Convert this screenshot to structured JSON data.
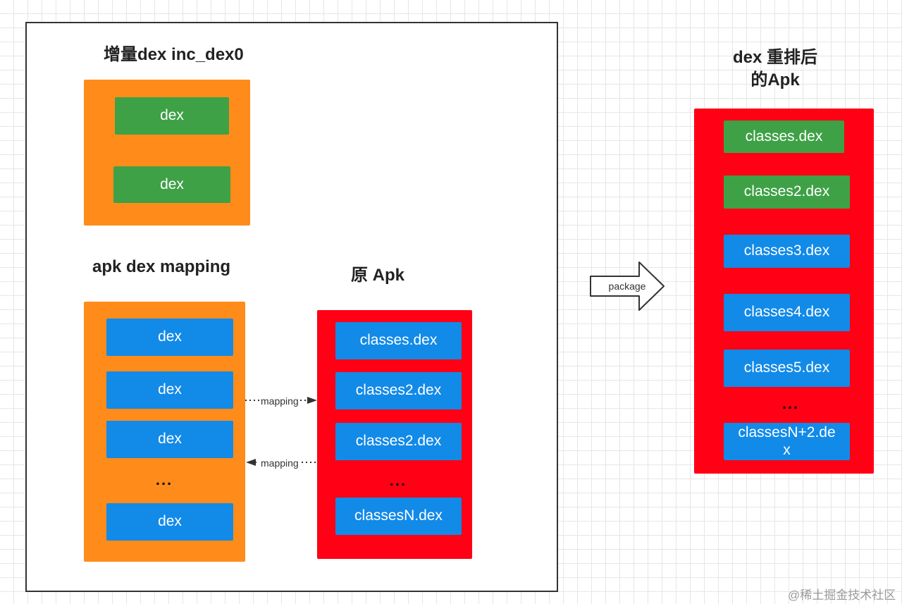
{
  "left_panel": {
    "inc_title": "增量dex   inc_dex0",
    "inc_dex": [
      "dex",
      "dex"
    ],
    "mapping_title": "apk dex mapping",
    "mapping_dex": [
      "dex",
      "dex",
      "dex",
      "dex"
    ],
    "mapping_ellipsis": "...",
    "orig_title": "原 Apk",
    "orig_dex": [
      "classes.dex",
      "classes2.dex",
      "classes2.dex",
      "classesN.dex"
    ],
    "orig_ellipsis": "...",
    "edge_to_orig": "mapping",
    "edge_to_mapping": "mapping"
  },
  "package_arrow": {
    "label": "package"
  },
  "result": {
    "title_line1": "dex 重排后",
    "title_line2": "的Apk",
    "dex": [
      "classes.dex",
      "classes2.dex",
      "classes3.dex",
      "classes4.dex",
      "classes5.dex",
      "classesN+2.de\nx"
    ],
    "ellipsis": "..."
  },
  "watermark": "@稀土掘金技术社区",
  "colors": {
    "orange": "#ff8c1a",
    "red": "#ff0015",
    "green": "#3ea146",
    "blue": "#128ae8"
  }
}
